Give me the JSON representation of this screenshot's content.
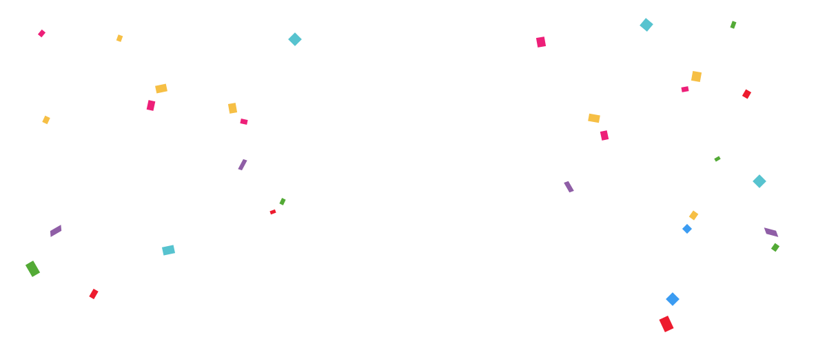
{
  "scene": {
    "background": "#ffffff",
    "description_visible_text": ""
  },
  "palette": {
    "pink": "#ed1f78",
    "yellow": "#f6bf45",
    "teal": "#57c3cf",
    "purple": "#8f5ea6",
    "green": "#53aa36",
    "red": "#ed1b2e",
    "blue": "#3b9cf2"
  },
  "confetti": [
    {
      "color": "pink"
    },
    {
      "color": "yellow"
    },
    {
      "color": "teal"
    },
    {
      "color": "yellow"
    },
    {
      "color": "pink"
    },
    {
      "color": "yellow"
    },
    {
      "color": "yellow"
    },
    {
      "color": "pink"
    },
    {
      "color": "purple"
    },
    {
      "color": "green"
    },
    {
      "color": "red"
    },
    {
      "color": "purple"
    },
    {
      "color": "teal"
    },
    {
      "color": "green"
    },
    {
      "color": "red"
    },
    {
      "color": "pink"
    },
    {
      "color": "teal"
    },
    {
      "color": "green"
    },
    {
      "color": "yellow"
    },
    {
      "color": "pink"
    },
    {
      "color": "red"
    },
    {
      "color": "yellow"
    },
    {
      "color": "pink"
    },
    {
      "color": "green"
    },
    {
      "color": "purple"
    },
    {
      "color": "teal"
    },
    {
      "color": "yellow"
    },
    {
      "color": "blue"
    },
    {
      "color": "purple"
    },
    {
      "color": "green"
    },
    {
      "color": "blue"
    },
    {
      "color": "red"
    }
  ]
}
